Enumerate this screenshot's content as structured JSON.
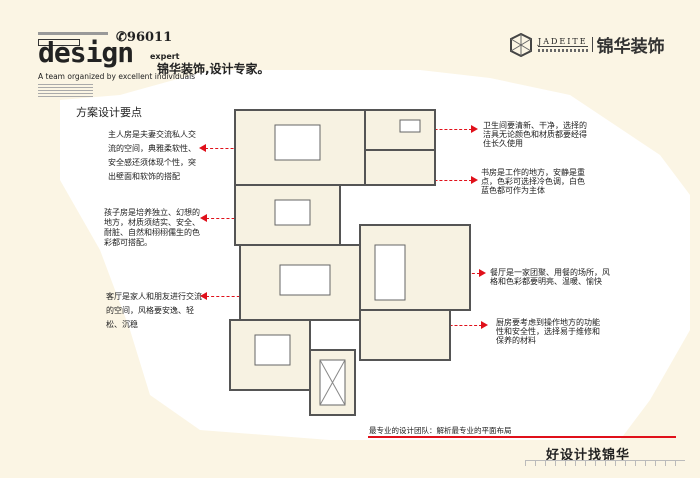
{
  "header": {
    "phone": "96011",
    "design_word": "design",
    "expert_word": "expert",
    "tagline_en": "A team organized by excellent individuals",
    "tagline_cn": "锦华装饰,设计专家。",
    "brand_en": "JADEITE",
    "brand_cn": "锦华装饰"
  },
  "section_title": "方案设计要点",
  "notes_left": [
    "主人房是夫妻交流私人交流的空间，典雅柔软性、安全感还须体现个性，突出壁面和软饰的搭配",
    "孩子房是培养独立、幻想的地方，材质须结实、安全、耐脏、自然和栩栩儒生的色彩都可搭配。",
    "客厅是家人和朋友进行交流的空间，风格要安逸、轻松、沉稳"
  ],
  "notes_right": [
    "卫生间要清新、干净，选择的洁具无论颜色和材质都要经得住长久使用",
    "书房是工作的地方，安静是重点，色彩可选择冷色调，白色蓝色都可作为主体",
    "餐厅是一家团聚、用餐的场所，风格和色彩都要明亮、温暖、愉快",
    "厨房要考虑到操作地方的功能性和安全性，选择易于维修和保养的材料"
  ],
  "footer": {
    "subtitle": "最专业的设计团队：解析最专业的平面布局",
    "slogan": "好设计找锦华"
  },
  "colors": {
    "accent": "#e0101a",
    "background": "#fbf5e4"
  }
}
